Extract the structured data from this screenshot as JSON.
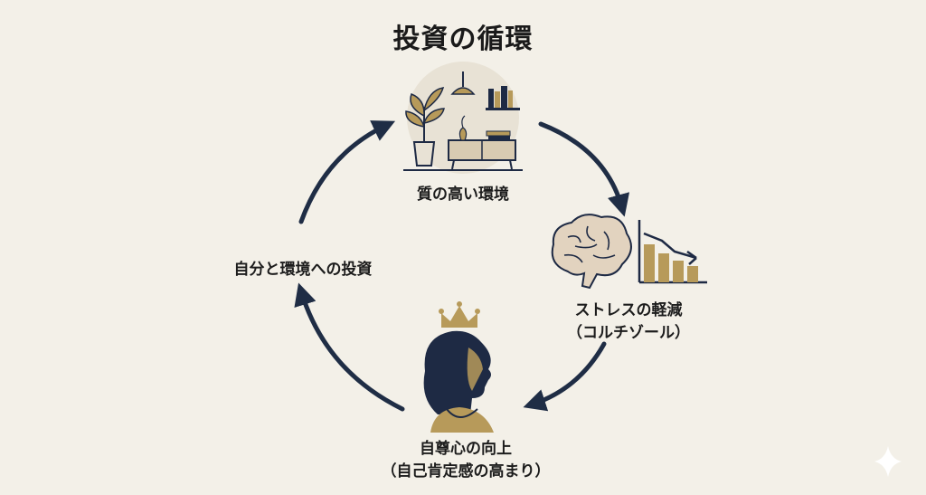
{
  "title": "投資の循環",
  "nodes": {
    "environment": {
      "label": "質の高い環境"
    },
    "stress": {
      "line1": "ストレスの軽減",
      "line2": "（コルチゾール）"
    },
    "esteem": {
      "line1": "自尊心の向上",
      "line2": "（自己肯定感の高まり）"
    },
    "invest": {
      "label": "自分と環境への投資"
    }
  },
  "colors": {
    "background": "#f3f0e8",
    "arrow": "#1f2d45",
    "gold": "#b79a5a",
    "navy": "#1e2a44",
    "brain": "#e2d3bf"
  },
  "icons": [
    "interior-room-icon",
    "brain-icon",
    "declining-bar-chart-icon",
    "crowned-woman-silhouette-icon",
    "sparkle-icon"
  ]
}
